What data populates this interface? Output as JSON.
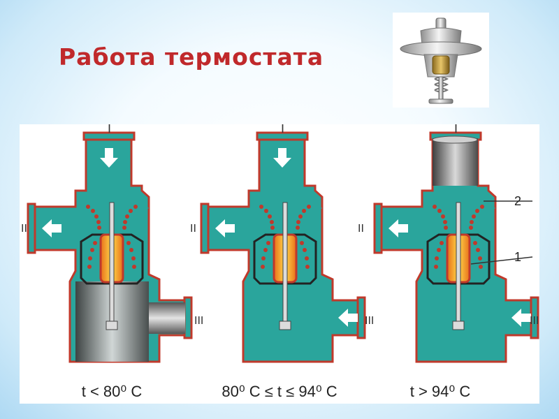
{
  "slide": {
    "title": "Работа термостата",
    "title_color": "#c0292b"
  },
  "photo": {
    "icon": "thermostat-photo"
  },
  "diagrams": [
    {
      "inlet": "I",
      "outlet_left": "II",
      "outlet_right": "III",
      "condition": "t < 80⁰ C"
    },
    {
      "inlet": "I",
      "outlet_left": "II",
      "outlet_right": "III",
      "condition": "80⁰ C ≤ t ≤ 94⁰ C"
    },
    {
      "inlet": "I",
      "outlet_left": "II",
      "outlet_right": "III",
      "condition": "t > 94⁰ C"
    }
  ],
  "callouts": {
    "label_2": "2",
    "label_1": "1"
  },
  "colors": {
    "coolant": "#2aa59c",
    "housing": "#c0392b",
    "arrow": "#ffffff",
    "wax_element": "#f39c12",
    "closed_chamber": "#7d7d7d"
  }
}
